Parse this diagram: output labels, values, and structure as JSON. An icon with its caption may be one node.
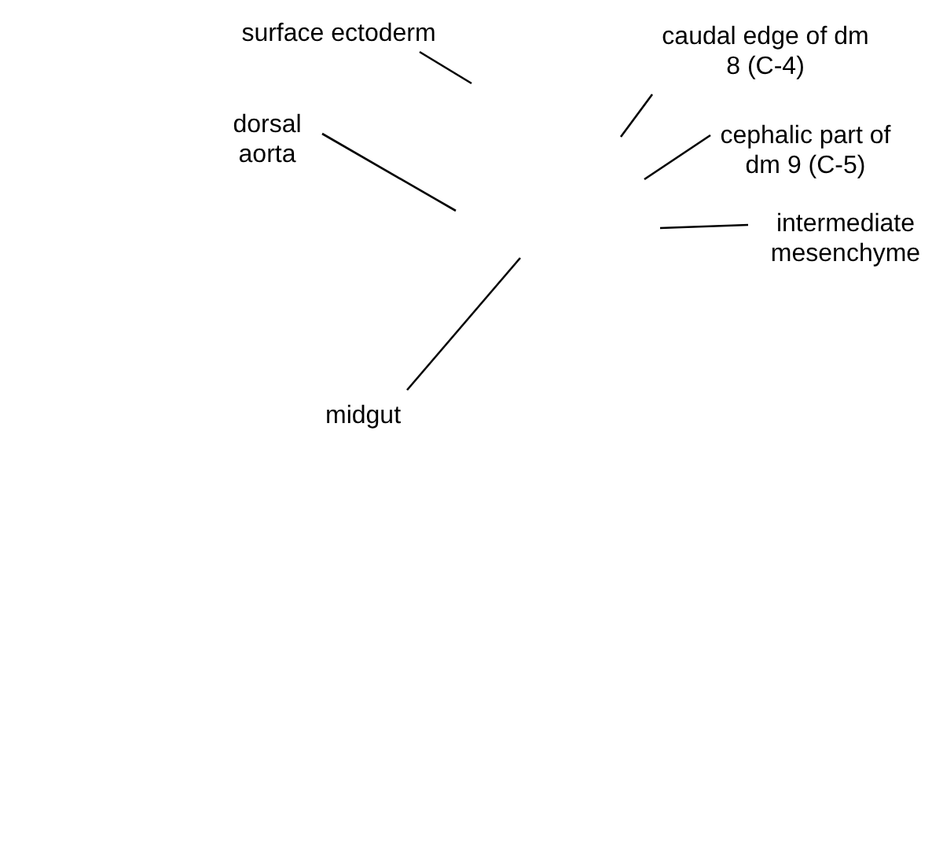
{
  "diagram": {
    "nodes": [
      {
        "text": [
          "surface ectoderm"
        ]
      },
      {
        "text": [
          "caudal edge of dm 8 (C-4)"
        ]
      },
      {
        "text": [
          "dorsal aorta"
        ]
      },
      {
        "text": [
          "cephalic part of dm 9 (C-5)"
        ]
      },
      {
        "text": [
          "intermediate mesenchyme"
        ]
      },
      {
        "text": [
          "midgut"
        ]
      }
    ],
    "edges": [
      {
        "from": 0,
        "to": null,
        "arrow": "none"
      },
      {
        "from": 1,
        "to": null,
        "arrow": "none"
      },
      {
        "from": 2,
        "to": null,
        "arrow": "none"
      },
      {
        "from": 3,
        "to": null,
        "arrow": "none"
      },
      {
        "from": 4,
        "to": null,
        "arrow": "none"
      },
      {
        "from": 5,
        "to": null,
        "arrow": "none"
      }
    ]
  }
}
